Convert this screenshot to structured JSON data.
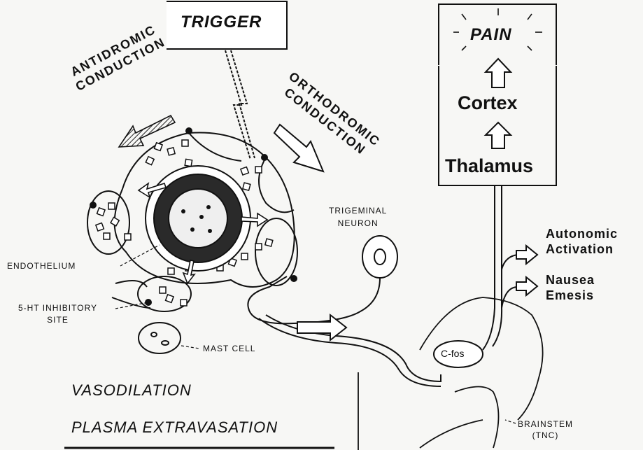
{
  "trigger": "TRIGGER",
  "pain": "PAIN",
  "cortex": "Cortex",
  "thalamus": "Thalamus",
  "antidromic": {
    "line1": "ANTIDROMIC",
    "line2": "CONDUCTION"
  },
  "orthodromic": {
    "line1": "ORTHODROMIC",
    "line2": "CONDUCTION"
  },
  "trigeminal_neuron": {
    "line1": "TRIGEMINAL",
    "line2": "NEURON"
  },
  "autonomic": {
    "line1": "Autonomic",
    "line2": "Activation"
  },
  "nausea": {
    "line1": "Nausea",
    "line2": "Emesis"
  },
  "endothelium": "ENDOTHELIUM",
  "inhibitory_site": {
    "line1": "5-HT INHIBITORY",
    "line2": "SITE"
  },
  "mast_cell": "MAST CELL",
  "c_fos": "C-fos",
  "vasodilation": "VASODILATION",
  "plasma_extravasation": "PLASMA EXTRAVASATION",
  "brainstem": {
    "line1": "BRAINSTEM",
    "line2": "(TNC)"
  }
}
